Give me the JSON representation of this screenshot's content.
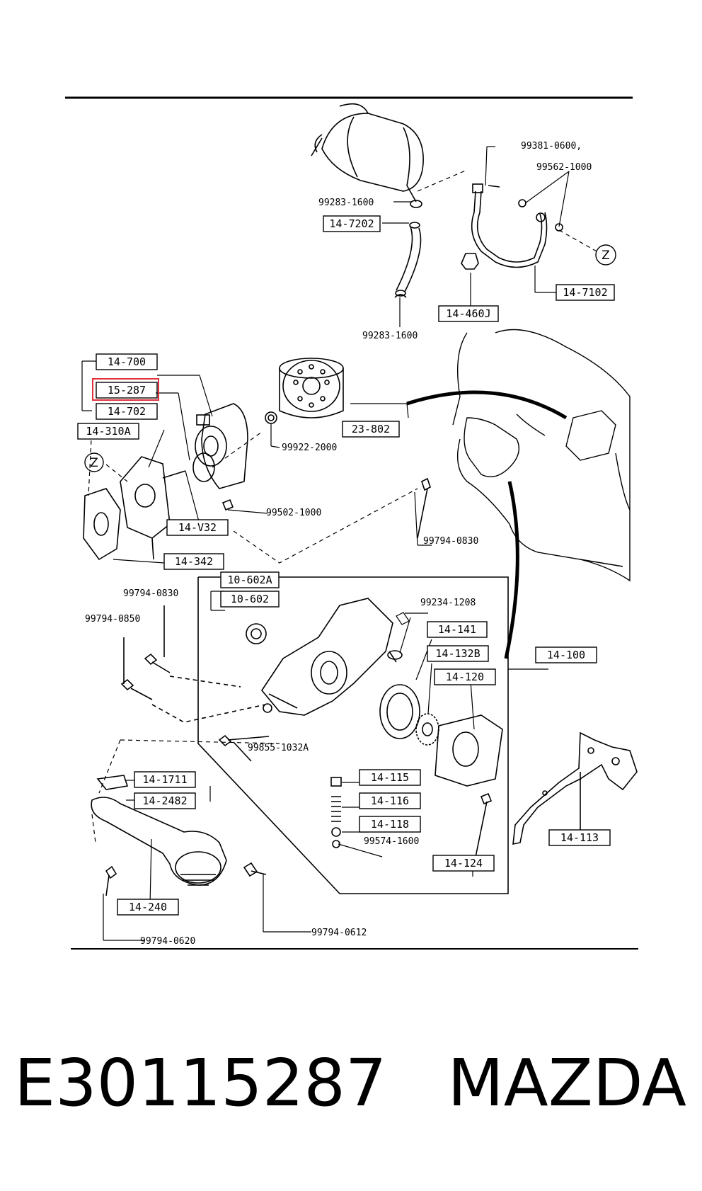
{
  "diagram": {
    "boxed_labels": {
      "b14_7202": "14-7202",
      "b14_7102": "14-7102",
      "b14_460J": "14-460J",
      "b14_700": "14-700",
      "b15_287": "15-287",
      "b14_702": "14-702",
      "b14_310A": "14-310A",
      "b23_802": "23-802",
      "b14_V32": "14-V32",
      "b14_342": "14-342",
      "b10_602A": "10-602A",
      "b10_602": "10-602",
      "b14_141": "14-141",
      "b14_132B": "14-132B",
      "b14_100": "14-100",
      "b14_120": "14-120",
      "b14_1711": "14-1711",
      "b14_2482": "14-2482",
      "b14_115": "14-115",
      "b14_116": "14-116",
      "b14_118": "14-118",
      "b14_124": "14-124",
      "b14_113": "14-113",
      "b14_240": "14-240"
    },
    "plain_labels": {
      "p99381": "99381-0600,",
      "p99562": "99562-1000",
      "p99283a": "99283-1600",
      "p99283b": "99283-1600",
      "p99922": "99922-2000",
      "p99502": "99502-1000",
      "p99794_0830a": "99794-0830",
      "p99794_0830b": "99794-0830",
      "p99794_0850": "99794-0850",
      "p99234": "99234-1208",
      "p99855": "99855-1032A",
      "p99574": "99574-1600",
      "p99794_0620": "99794-0620",
      "p99794_0612": "99794-0612"
    },
    "ref_marks": {
      "z1": "Z",
      "z2": "Z"
    },
    "highlight_color": "#e0303a"
  },
  "caption": {
    "part_number": "E30115287",
    "brand": "MAZDA"
  }
}
